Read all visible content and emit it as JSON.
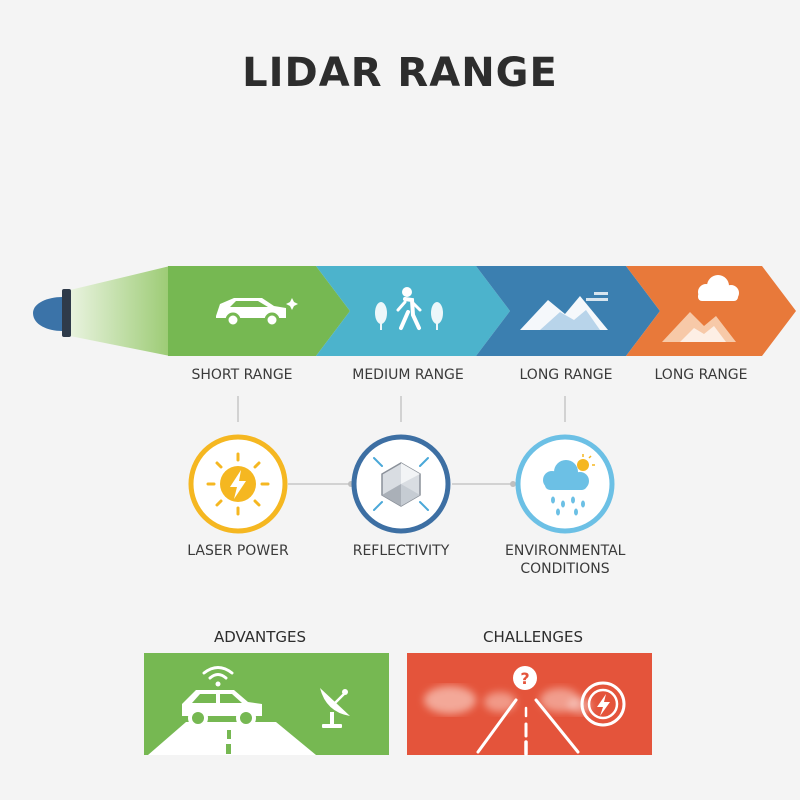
{
  "title": "LIDAR RANGE",
  "ranges": [
    {
      "label": "SHORT RANGE",
      "color": "#76b852"
    },
    {
      "label": "MEDIUM RANGE",
      "color": "#4cb3cc"
    },
    {
      "label": "LONG RANGE",
      "color": "#3b7fb0"
    },
    {
      "label": "LONG RANGE",
      "color": "#e8793a"
    }
  ],
  "factors": [
    {
      "label": "LASER POWER",
      "color": "#f5b721"
    },
    {
      "label": "REFLECTIVITY",
      "color": "#3d6fa3"
    },
    {
      "label": "ENVIRONMENTAL CONDITIONS",
      "color": "#6cc0e5"
    }
  ],
  "panels": {
    "advantages": {
      "title": "ADVANTGES",
      "color": "#76b852"
    },
    "challenges": {
      "title": "CHALLENGES",
      "color": "#e4543b"
    }
  }
}
